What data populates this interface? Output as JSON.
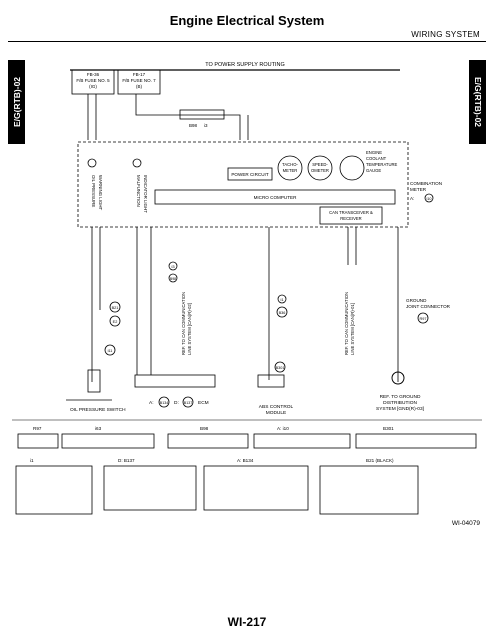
{
  "header": {
    "title": "Engine Electrical System",
    "section": "WIRING SYSTEM"
  },
  "side_tabs": {
    "left": "E/G(RTB)-02",
    "right": "E/G(RTB)-02"
  },
  "labels": {
    "power_routing": "TO POWER SUPPLY ROUTING",
    "fuse_left": [
      "FB-36",
      "F/B FUSE NO. 5",
      "(IG)"
    ],
    "fuse_right": [
      "FB-17",
      "F/B FUSE NO. 7",
      "(B)"
    ],
    "tacho": [
      "TACHO-",
      "METER"
    ],
    "speedo": [
      "SPEED-",
      "OMETER"
    ],
    "coolant": [
      "ENGINE",
      "COOLANT",
      "TEMPERATURE",
      "GAUGE"
    ],
    "power_circuit": "POWER CIRCUIT",
    "micro_computer": "MICRO COMPUTER",
    "can_transceiver": [
      "CAN TRANSCEIVER &",
      "RECEIVER"
    ],
    "combination_meter": [
      "COMBINATION",
      "METER"
    ],
    "combination_meter_conn": "A:",
    "oil_light": [
      "OIL PRESSURE",
      "WARNING LIGHT"
    ],
    "mil_light": [
      "MALFUNCTION",
      "INDICATOR LIGHT"
    ],
    "ref_can_1": [
      "REF. TO CAN COMMUNICATION",
      "LINE SYSTEM [CAN(R)-02]"
    ],
    "ref_can_2": [
      "REF. TO CAN COMMUNICATION",
      "LINE SYSTEM [CAN(R)-01]"
    ],
    "ground_joint": [
      "GROUND",
      "JOINT CONNECTOR"
    ],
    "oil_switch": "OIL PRESSURE SWITCH",
    "ecm": "ECM",
    "ecm_conn_a": "A:",
    "ecm_conn_d": "D:",
    "abs_module": [
      "ABS CONTROL",
      "MODULE"
    ],
    "ref_ground": [
      "REF. TO GROUND",
      "DISTRIBUTION",
      "SYSTEM [GND(R)-03]"
    ],
    "bottom_black": "(BLACK)",
    "bottom_d": "D:",
    "bottom_a": "A:",
    "bottom_a2": "A:"
  },
  "connectors": {
    "i3": "i3",
    "b98": "B98",
    "i10": "i10",
    "b21": "B21",
    "e2": "E2",
    "i11": "i11",
    "i1": "i1",
    "b36": "B36",
    "b301": "B301",
    "r97": "R97",
    "b134": "B134",
    "b137": "B137"
  },
  "connector_boxes": [
    "R97",
    "i63",
    "B98",
    "A: i10",
    "B301",
    "i1",
    "D: B137",
    "A: B134",
    "B21 (BLACK)"
  ],
  "figure_id": "WI-04079",
  "page_number": "WI-217"
}
